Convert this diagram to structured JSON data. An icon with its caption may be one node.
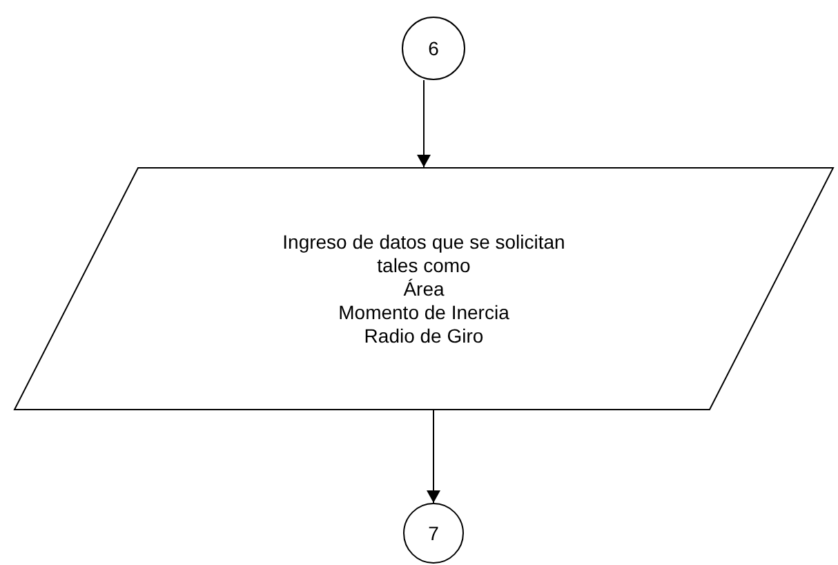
{
  "diagram": {
    "nodes": [
      {
        "text": [
          "6"
        ]
      },
      {
        "text": [
          "Ingreso de datos que se solicitan tales como",
          "Área",
          "Momento de Inercia",
          "Radio de Giro"
        ]
      },
      {
        "text": [
          "7"
        ]
      }
    ],
    "edges": [
      {
        "from": 0,
        "to": 1,
        "arrow": "to"
      },
      {
        "from": 1,
        "to": 2,
        "arrow": "to"
      }
    ]
  }
}
